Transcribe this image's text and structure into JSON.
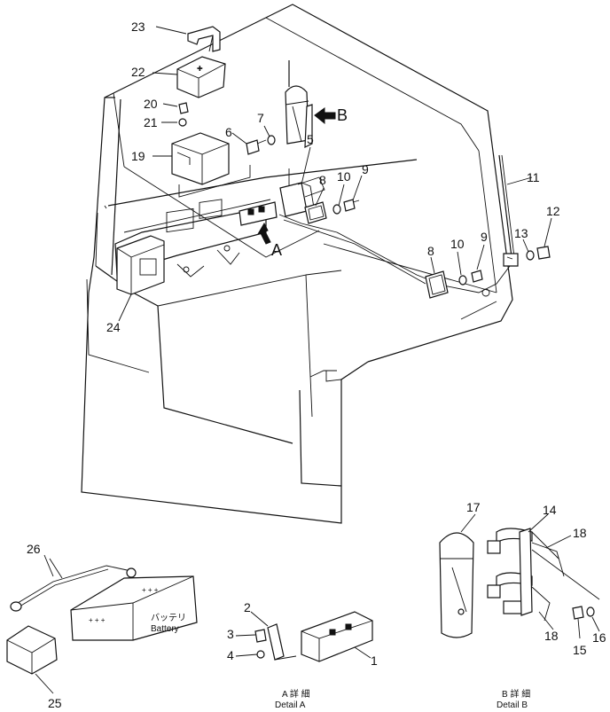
{
  "callouts": {
    "c1": "1",
    "c2": "2",
    "c3": "3",
    "c4": "4",
    "c5": "5",
    "c6": "6",
    "c7": "7",
    "c8a": "8",
    "c8b": "8",
    "c9a": "9",
    "c9b": "9",
    "c10a": "10",
    "c10b": "10",
    "c11": "11",
    "c12": "12",
    "c13": "13",
    "c14": "14",
    "c15": "15",
    "c16": "16",
    "c17": "17",
    "c18a": "18",
    "c18b": "18",
    "c19": "19",
    "c20": "20",
    "c21": "21",
    "c22": "22",
    "c23": "23",
    "c24": "24",
    "c25": "25",
    "c26": "26"
  },
  "view_labels": {
    "a": "A",
    "b": "B"
  },
  "detail_a": {
    "jp": "A 詳 細",
    "en": "Detail A"
  },
  "detail_b": {
    "jp": "B 詳 細",
    "en": "Detail B"
  },
  "battery": {
    "jp": "バッテリ",
    "en": "Battery"
  }
}
